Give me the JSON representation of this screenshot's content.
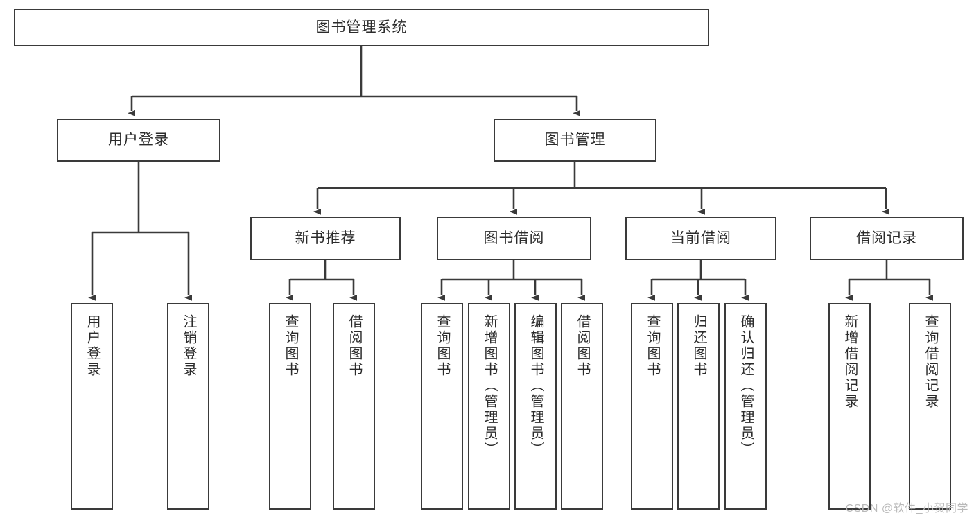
{
  "diagram": {
    "title": "图书管理系统",
    "type": "tree",
    "nodes": {
      "root": {
        "label": "图书管理系统"
      },
      "level2": [
        {
          "id": "user-login",
          "label": "用户登录"
        },
        {
          "id": "book-manage",
          "label": "图书管理"
        }
      ],
      "level3": [
        {
          "id": "new-book-rec",
          "label": "新书推荐"
        },
        {
          "id": "book-borrow",
          "label": "图书借阅"
        },
        {
          "id": "current-borrow",
          "label": "当前借阅"
        },
        {
          "id": "borrow-record",
          "label": "借阅记录"
        }
      ],
      "leaves": [
        {
          "id": "leaf-user-login",
          "label": "用户登录",
          "parent": "user-login"
        },
        {
          "id": "leaf-logout",
          "label": "注销登录",
          "parent": "user-login"
        },
        {
          "id": "leaf-query-book-1",
          "label": "查询图书",
          "parent": "new-book-rec"
        },
        {
          "id": "leaf-borrow-book-1",
          "label": "借阅图书",
          "parent": "new-book-rec"
        },
        {
          "id": "leaf-query-book-2",
          "label": "查询图书",
          "parent": "book-borrow"
        },
        {
          "id": "leaf-add-book",
          "label": "新增图书（管理员）",
          "parent": "book-borrow"
        },
        {
          "id": "leaf-edit-book",
          "label": "编辑图书（管理员）",
          "parent": "book-borrow"
        },
        {
          "id": "leaf-borrow-book-2",
          "label": "借阅图书",
          "parent": "book-borrow"
        },
        {
          "id": "leaf-query-book-3",
          "label": "查询图书",
          "parent": "current-borrow"
        },
        {
          "id": "leaf-return-book",
          "label": "归还图书",
          "parent": "current-borrow"
        },
        {
          "id": "leaf-confirm-return",
          "label": "确认归还（管理员）",
          "parent": "current-borrow"
        },
        {
          "id": "leaf-add-record",
          "label": "新增借阅记录",
          "parent": "borrow-record"
        },
        {
          "id": "leaf-query-record",
          "label": "查询借阅记录",
          "parent": "borrow-record"
        }
      ]
    },
    "colors": {
      "stroke": "#3a3a3a",
      "fill": "#ffffff",
      "text": "#2b2b2b",
      "watermark": "#b9b9b9"
    }
  },
  "watermark": {
    "text": "CSDN @软件_小贺同学"
  }
}
